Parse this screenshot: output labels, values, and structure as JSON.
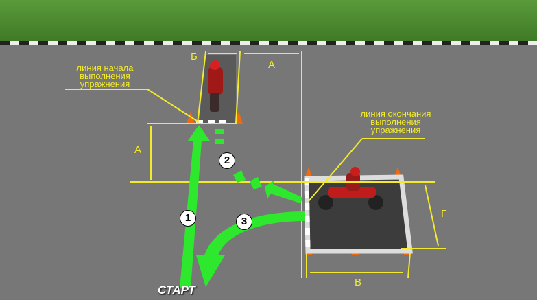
{
  "labels": {
    "start_line": [
      "линия начала",
      "выполнения",
      "упражнения"
    ],
    "finish_line": [
      "линия окончания",
      "выполнения",
      "упражнения"
    ],
    "start": "СТАРТ"
  },
  "dimensions": {
    "a_top": "А",
    "a_left": "А",
    "b": "Б",
    "v": "В",
    "g": "Г"
  },
  "steps": [
    "1",
    "2",
    "3"
  ],
  "colors": {
    "grass": "#4a8a2e",
    "asphalt": "#777777",
    "guide": "#f2ea2a",
    "path": "#2ee82e",
    "cone": "#f06a10"
  }
}
